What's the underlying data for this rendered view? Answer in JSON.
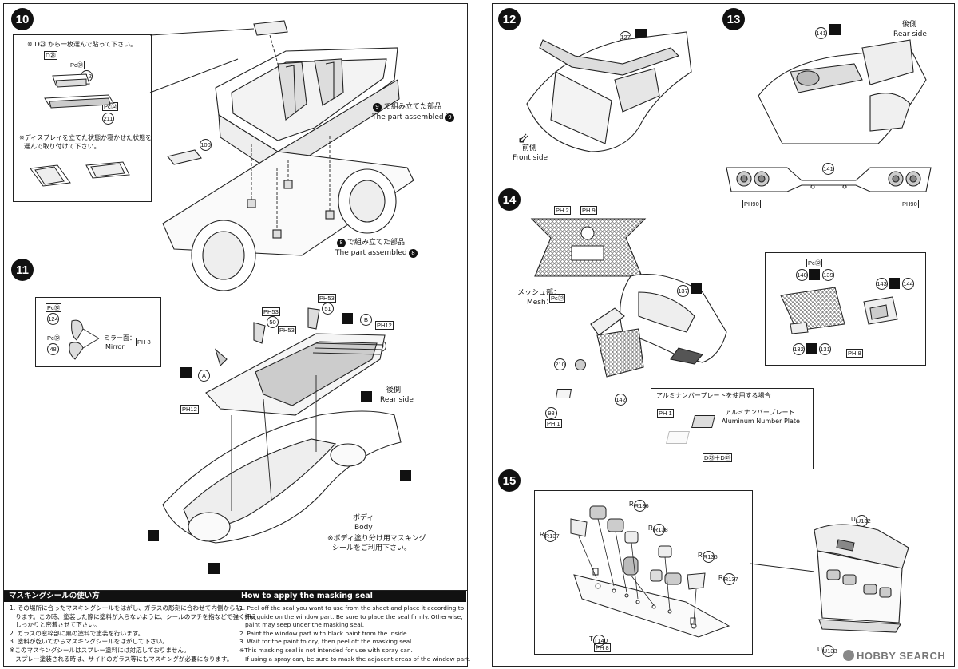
{
  "steps": {
    "s10": "10",
    "s11": "11",
    "s12": "12",
    "s13": "13",
    "s14": "14",
    "s15": "15"
  },
  "step10": {
    "choose_note": "※ D㉓ から一枚選んで貼って下さい。",
    "decal_ref": "D㉓",
    "pc92_a": "Pc㉜",
    "part212": "212",
    "pc92_b": "Pc㉜",
    "part211": "211",
    "display_note_1": "※ディスプレイを立てた状態か寝かせた状態を",
    "display_note_2": "選んで取り付けて下さい。",
    "part100": "100",
    "assembled9_jp": "で組み立てた部品",
    "assembled9_en": "The part assembled in",
    "assembled8_jp": "で組み立てた部品",
    "assembled8_en": "The part assembled in",
    "ref9": "9",
    "ref8": "8"
  },
  "step11": {
    "pc92_a": "Pc㉜",
    "part124": "124",
    "pc92_b": "Pc㉜",
    "part48": "48",
    "mirror_jp": "ミラー面：",
    "mirror_en": "Mirror",
    "ph8": "PH 8",
    "ph53_a": "PH53",
    "part50": "50",
    "ph53_b": "PH53",
    "part51": "51",
    "ph53_c": "PH53",
    "mark_b": "B",
    "ph12_a": "PH12",
    "part30": "30",
    "mark_a": "A",
    "ph12_b": "PH12",
    "rear_jp": "後側",
    "rear_en": "Rear side",
    "body_jp": "ボディ",
    "body_en": "Body",
    "mask_note_1": "※ボディ塗り分け用マスキング",
    "mask_note_2": "シールをご利用下さい。"
  },
  "step12": {
    "part127": "127",
    "front_jp": "前側",
    "front_en": "Front side"
  },
  "step13": {
    "part141_a": "141",
    "rear_jp": "後側",
    "rear_en": "Rear side",
    "part141_b": "141",
    "ph90_a": "PH90",
    "ph90_b": "PH90"
  },
  "step14": {
    "ph2": "PH 2",
    "ph9": "PH 9",
    "mesh_jp": "メッシュ部：",
    "mesh_en": "Mesh：",
    "pc92": "Pc㉜",
    "part137": "137",
    "part210": "210",
    "part142": "142",
    "part98": "98",
    "ph1": "PH 1",
    "inset_pc92": "Pc㉜",
    "part140": "140",
    "part139": "139",
    "part143": "143",
    "part144": "144",
    "part132": "132",
    "part131": "131",
    "inset_ph8": "PH 8",
    "alu_title": "アルミナンバープレートを使用する場合",
    "alu_ph1": "PH 1",
    "alu_jp": "アルミナンバープレート",
    "alu_en": "Aluminum Number Plate",
    "alu_decal": "D㉓＋D㉑"
  },
  "step15": {
    "r136_a": "R136",
    "r138": "R138",
    "r137_a": "R137",
    "r136_b": "R136",
    "r137_b": "R137",
    "t140": "T140",
    "ph8": "PH 8",
    "u132": "U132",
    "u133": "U133"
  },
  "masking_jp": {
    "title": "マスキングシールの使い方",
    "body": "1. その場所に合ったマスキングシールをはがし、ガラスの彫刻に合わせて内側から貼\n   ります。この時、塗装した際に塗料が入らないように、シールのフチを指などで強く押え\n   しっかりと密着させて下さい。\n2. ガラスの窓枠部に黒の塗料で塗装を行います。\n3. 塗料が乾いてからマスキングシールをはがして下さい。\n※このマスキングシールはスプレー塗料には対応しておりません。\n   スプレー塗装される時は、サイドのガラス等にもマスキングが必要になります。"
  },
  "masking_en": {
    "title": "How to apply the masking seal",
    "body": "1. Peel off the seal you want to use from the sheet and place it according to\n   the guide on the window part. Be sure to place the seal firmly. Otherwise,\n   paint may seep under the masking seal.\n2. Paint the window part with black paint from the inside.\n3. Wait for the paint to dry, then peel off the masking seal.\n※This masking seal is not intended for use with spray can.\n   If using a spray can, be sure to mask the adjacent areas of the window part."
  },
  "watermark": "HOBBY SEARCH"
}
